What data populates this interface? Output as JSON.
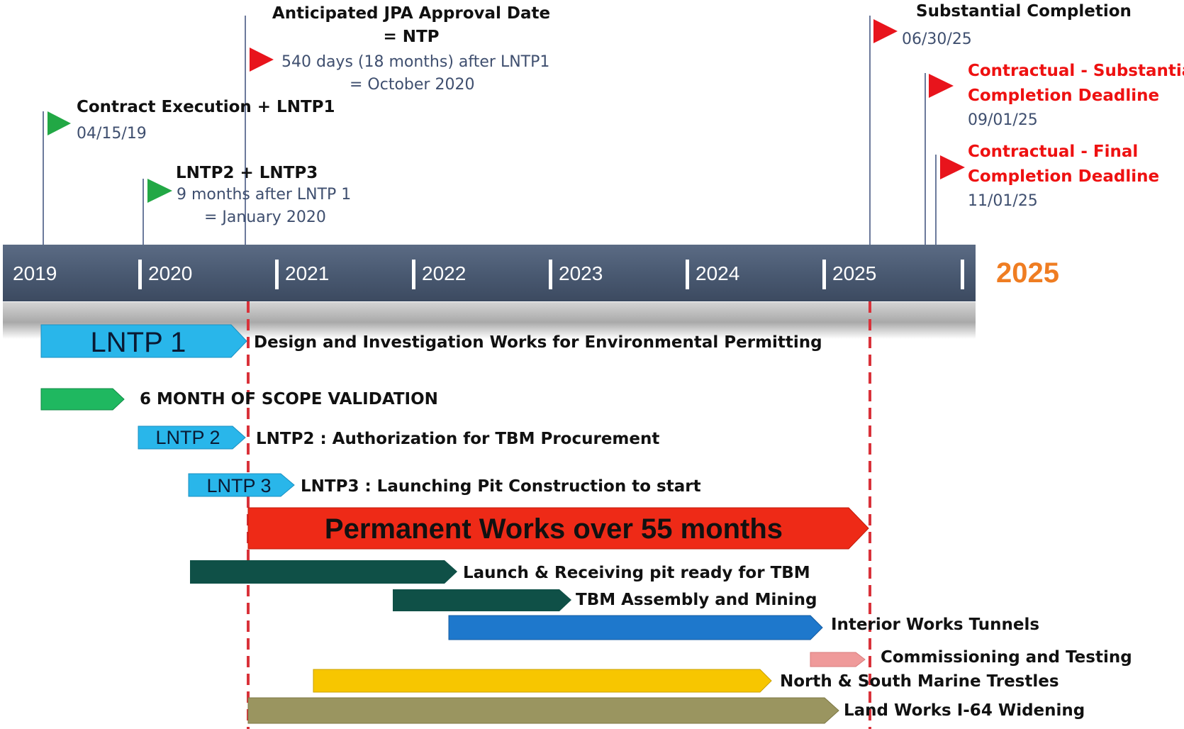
{
  "axis": {
    "years": [
      "2019",
      "2020",
      "2021",
      "2022",
      "2023",
      "2024",
      "2025"
    ],
    "end_label": "2025",
    "end_label_color": "#ef7d22",
    "band_color": "#4a5a72"
  },
  "milestones": [
    {
      "id": "ntp",
      "title_lines": [
        "Anticipated JPA Approval Date",
        "= NTP"
      ],
      "sub_lines": [
        "540 days (18 months) after LNTP1",
        "= October 2020"
      ],
      "flag_color": "#e8141c"
    },
    {
      "id": "contract",
      "title_lines": [
        "Contract Execution + LNTP1"
      ],
      "sub_lines": [
        "04/15/19"
      ],
      "flag_color": "#22a845"
    },
    {
      "id": "lntp23",
      "title_lines": [
        "LNTP2 + LNTP3"
      ],
      "sub_lines": [
        "9 months after LNTP 1",
        "= January 2020"
      ],
      "flag_color": "#22a845"
    },
    {
      "id": "substantial",
      "title_lines": [
        "Substantial Completion"
      ],
      "sub_lines": [
        "06/30/25"
      ],
      "flag_color": "#e8141c"
    },
    {
      "id": "contract-substantial",
      "title_lines": [
        "Contractual - Substantial",
        "Completion Deadline"
      ],
      "sub_lines": [
        "09/01/25"
      ],
      "flag_color": "#e8141c",
      "title_color": "red"
    },
    {
      "id": "contract-final",
      "title_lines": [
        "Contractual - Final",
        "Completion Deadline"
      ],
      "sub_lines": [
        "11/01/25"
      ],
      "flag_color": "#e8141c",
      "title_color": "red"
    }
  ],
  "bars": [
    {
      "id": "lntp1",
      "tag": "LNTP 1",
      "label": "Design and Investigation Works for Environmental Permitting",
      "color": "#29b6ea"
    },
    {
      "id": "scope",
      "tag": "",
      "label": "6 MONTH OF SCOPE VALIDATION",
      "color": "#1fb860"
    },
    {
      "id": "lntp2",
      "tag": "LNTP 2",
      "label": "LNTP2 : Authorization for TBM Procurement",
      "color": "#29b6ea"
    },
    {
      "id": "lntp3",
      "tag": "LNTP 3",
      "label": "LNTP3 : Launching Pit Construction to start",
      "color": "#29b6ea"
    },
    {
      "id": "permanent",
      "tag": "Permanent Works over 55 months",
      "label": "",
      "color": "#ee2a17"
    },
    {
      "id": "launch-pit",
      "tag": "",
      "label": "Launch & Receiving pit ready for TBM",
      "color": "#0f5047"
    },
    {
      "id": "tbm",
      "tag": "",
      "label": "TBM Assembly and Mining",
      "color": "#0f5047"
    },
    {
      "id": "interior",
      "tag": "",
      "label": "Interior Works Tunnels",
      "color": "#1e78cc"
    },
    {
      "id": "commissioning",
      "tag": "",
      "label": "Commissioning and Testing",
      "color": "#ef9a9a"
    },
    {
      "id": "trestles",
      "tag": "",
      "label": "North & South Marine Trestles",
      "color": "#f7c600"
    },
    {
      "id": "land",
      "tag": "",
      "label": "Land Works I-64 Widening",
      "color": "#9a9560"
    }
  ]
}
